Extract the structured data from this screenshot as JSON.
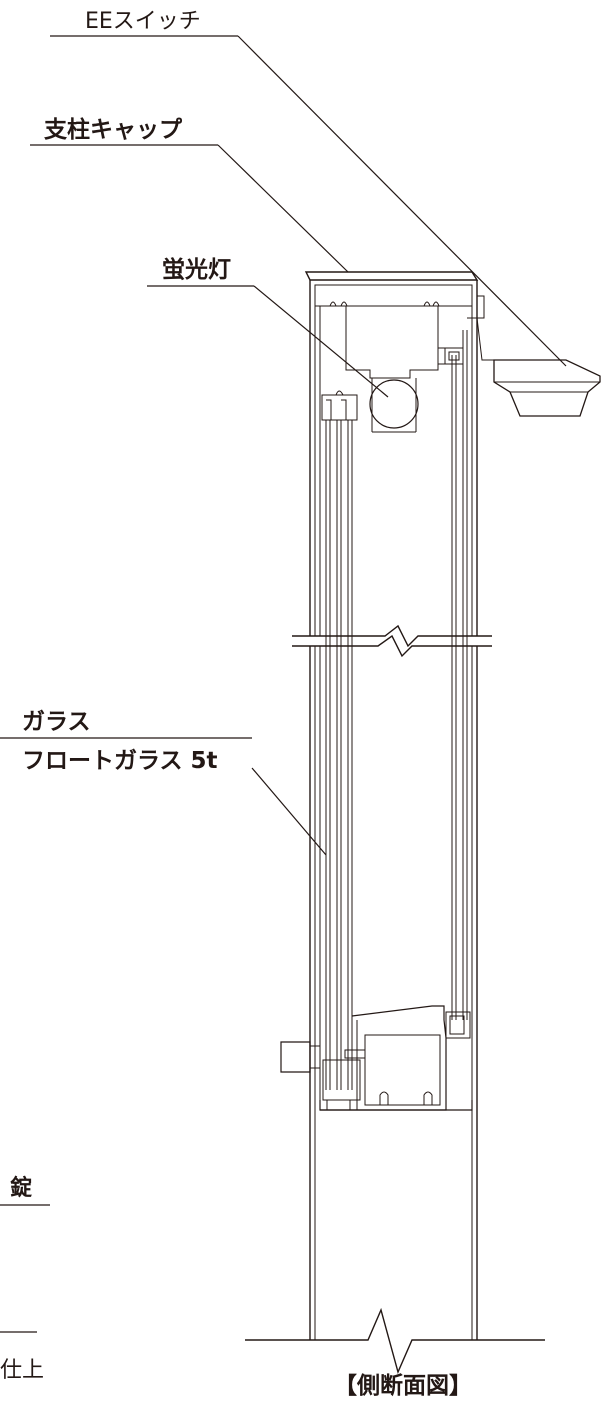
{
  "labels": {
    "ee_switch": "EEスイッチ",
    "post_cap": "支柱キャップ",
    "fluorescent_lamp": "蛍光灯",
    "glass": "ガラス",
    "float_glass": "フロートガラス 5t",
    "lock": "錠",
    "finish": "仕上",
    "view_title": "【側断面図】"
  },
  "colors": {
    "line": "#231815",
    "background": "#ffffff"
  }
}
